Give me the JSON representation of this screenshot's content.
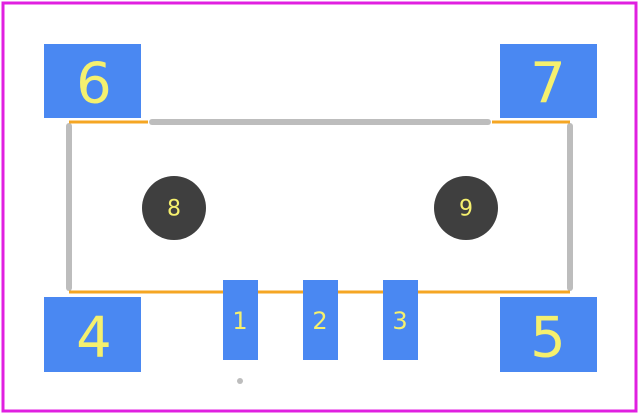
{
  "colors": {
    "background": "#ffffff",
    "courtyard": "#e020e0",
    "pad": "#4a88f2",
    "pad_label": "#f5f06e",
    "hole": "#3f3f3f",
    "assembly_outline": "#bdbdbd",
    "silkscreen": "#f5a623"
  },
  "pads": [
    {
      "id": "6",
      "label": "6",
      "kind": "large"
    },
    {
      "id": "7",
      "label": "7",
      "kind": "large"
    },
    {
      "id": "4",
      "label": "4",
      "kind": "large"
    },
    {
      "id": "5",
      "label": "5",
      "kind": "large"
    },
    {
      "id": "1",
      "label": "1",
      "kind": "signal"
    },
    {
      "id": "2",
      "label": "2",
      "kind": "signal"
    },
    {
      "id": "3",
      "label": "3",
      "kind": "signal"
    }
  ],
  "holes": [
    {
      "id": "8",
      "label": "8"
    },
    {
      "id": "9",
      "label": "9"
    }
  ]
}
